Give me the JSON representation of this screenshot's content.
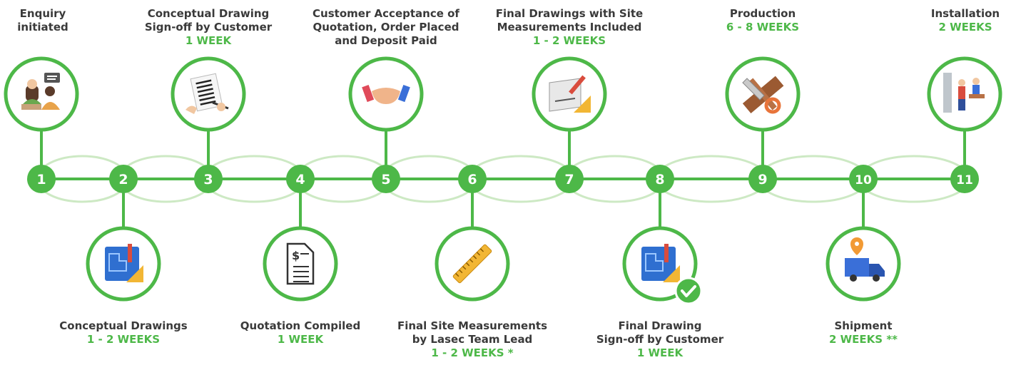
{
  "colors": {
    "green": "#4db848",
    "wave": "#cde9c4",
    "text": "#3a3a3a",
    "white": "#ffffff"
  },
  "steps": [
    {
      "num": "1",
      "title": "Enquiry\ninitiated",
      "duration": "",
      "icon": "enquiry-people-icon"
    },
    {
      "num": "2",
      "title": "Conceptual Drawings",
      "duration": "1 - 2 WEEKS",
      "icon": "blueprint-icon"
    },
    {
      "num": "3",
      "title": "Conceptual Drawing\nSign-off by Customer",
      "duration": "1 WEEK",
      "icon": "document-signing-icon"
    },
    {
      "num": "4",
      "title": "Quotation Compiled",
      "duration": "1 WEEK",
      "icon": "invoice-icon"
    },
    {
      "num": "5",
      "title": "Customer Acceptance of\nQuotation, Order Placed\nand Deposit Paid",
      "duration": "",
      "icon": "handshake-icon"
    },
    {
      "num": "6",
      "title": "Final Site Measurements\nby Lasec Team Lead",
      "duration": "1 - 2 WEEKS *",
      "icon": "ruler-icon"
    },
    {
      "num": "7",
      "title": "Final Drawings with Site\nMeasurements Included",
      "duration": "1 - 2 WEEKS",
      "icon": "drafting-icon"
    },
    {
      "num": "8",
      "title": "Final Drawing\nSign-off by Customer",
      "duration": "1 WEEK",
      "icon": "approved-blueprint-icon"
    },
    {
      "num": "9",
      "title": "Production",
      "duration": "6 - 8 WEEKS",
      "icon": "saw-wood-icon"
    },
    {
      "num": "10",
      "title": "Shipment",
      "duration": "2 WEEKS **",
      "icon": "delivery-truck-icon"
    },
    {
      "num": "11",
      "title": "Installation",
      "duration": "2 WEEKS",
      "icon": "installers-icon"
    }
  ]
}
